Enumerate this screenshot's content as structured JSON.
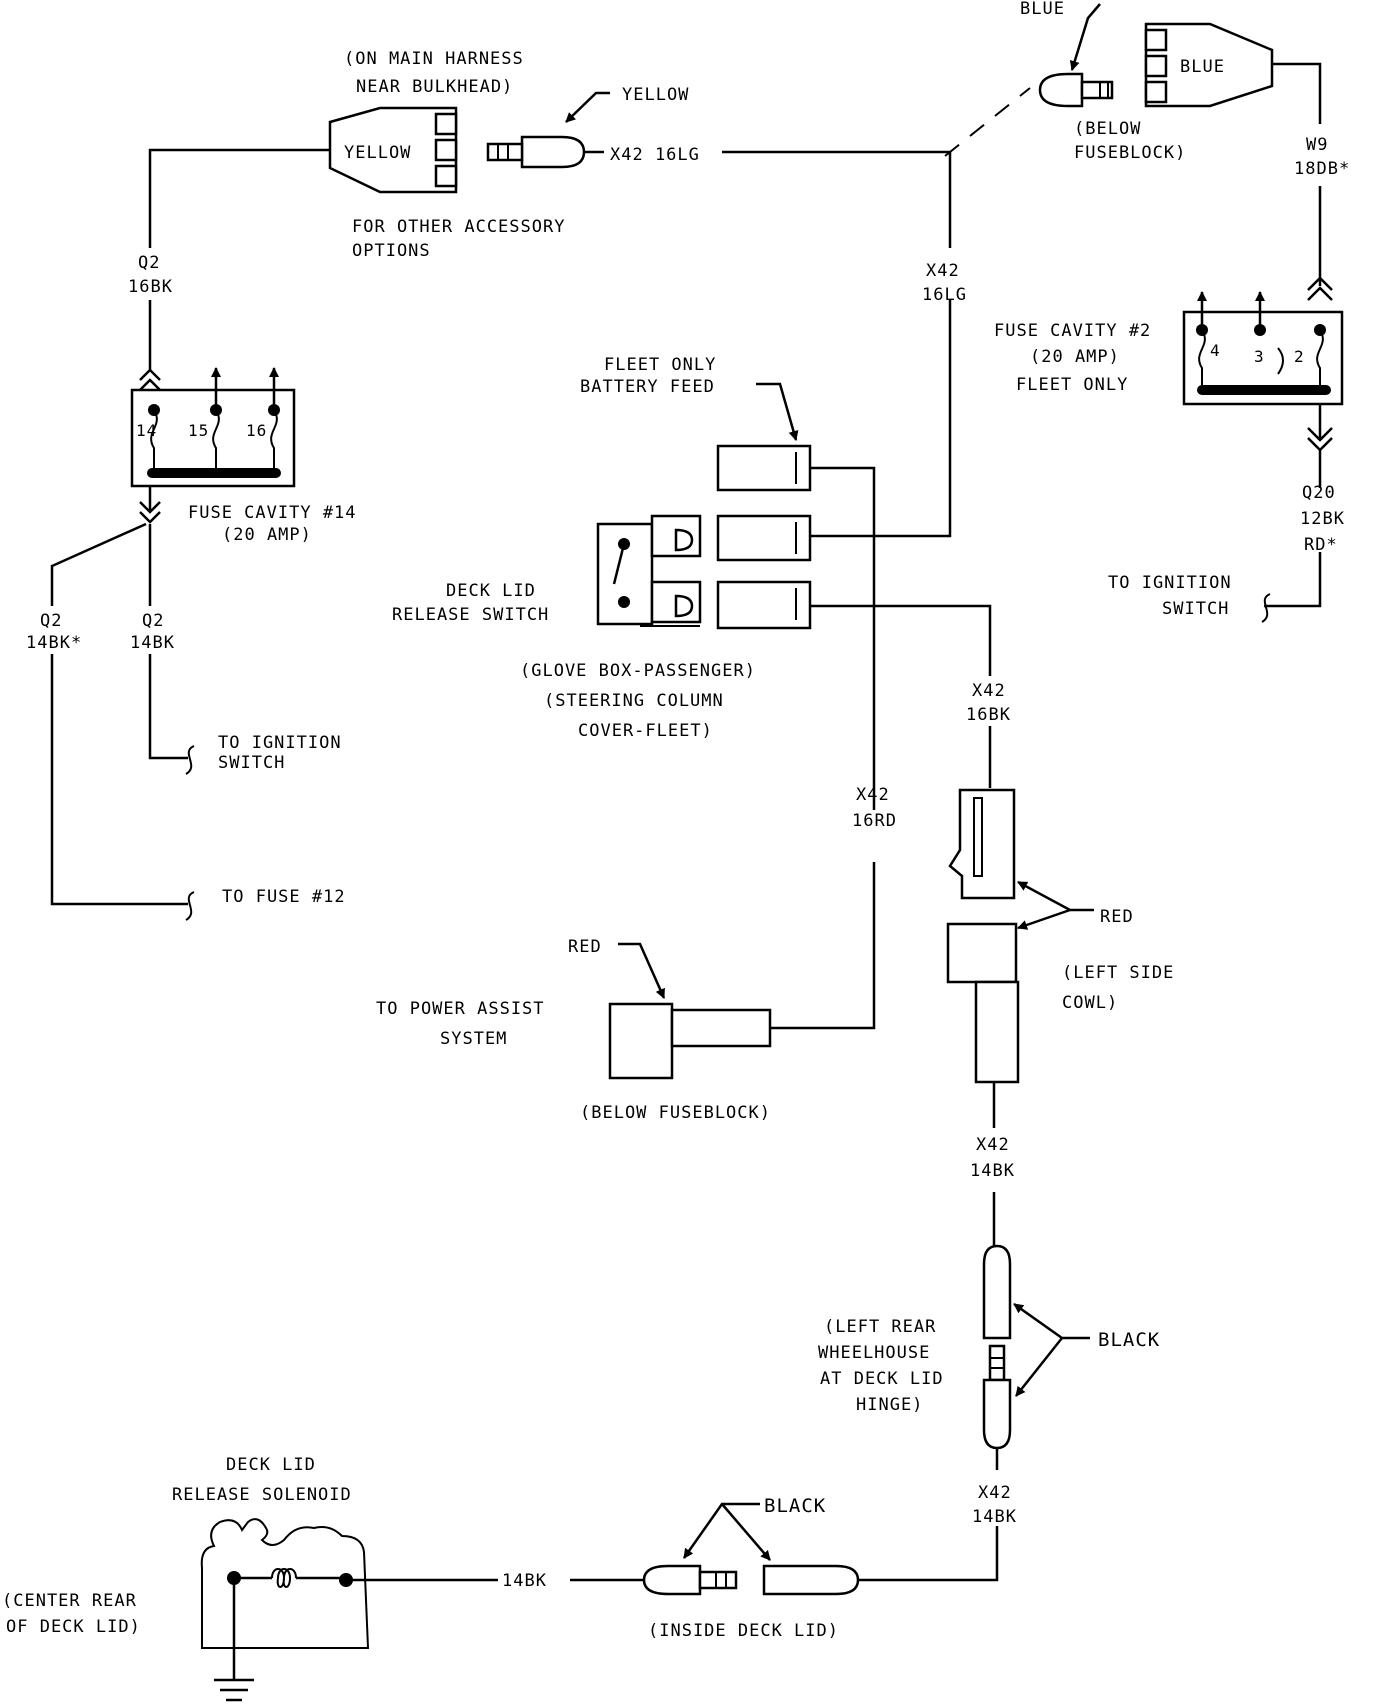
{
  "labels": {
    "blue_top": "BLUE",
    "blue_conn": "BLUE",
    "below_fuseblock_top_1": "(BELOW",
    "below_fuseblock_top_2": "FUSEBLOCK)",
    "w9_1": "W9",
    "w9_2": "18DB*",
    "main_harness_1": "(ON MAIN HARNESS",
    "main_harness_2": "NEAR BULKHEAD)",
    "yellow_arrow": "YELLOW",
    "yellow_conn": "YELLOW",
    "x42_16lg_h": "X42 16LG",
    "accessory_1": "FOR OTHER ACCESSORY",
    "accessory_2": "OPTIONS",
    "q2_16bk_1": "Q2",
    "q2_16bk_2": "16BK",
    "x42_16lg_v1": "X42",
    "x42_16lg_v2": "16LG",
    "fuse2_1": "FUSE CAVITY #2",
    "fuse2_2": "(20 AMP)",
    "fuse2_3": "FLEET ONLY",
    "fuse2_t4": "4",
    "fuse2_t3": "3",
    "fuse2_t2": "2",
    "fleet_feed_1": "FLEET ONLY",
    "fleet_feed_2": "BATTERY FEED",
    "fuse14_t14": "14",
    "fuse14_t15": "15",
    "fuse14_t16": "16",
    "fuse14_1": "FUSE CAVITY #14",
    "fuse14_2": "(20 AMP)",
    "q20_1": "Q20",
    "q20_2": "12BK",
    "q20_3": "RD*",
    "ign_right_1": "TO IGNITION",
    "ign_right_2": "SWITCH",
    "decklid_sw_1": "DECK LID",
    "decklid_sw_2": "RELEASE SWITCH",
    "q2_14bkstar_1": "Q2",
    "q2_14bkstar_2": "14BK*",
    "q2_14bk_1": "Q2",
    "q2_14bk_2": "14BK",
    "glovebox_1": "(GLOVE BOX-PASSENGER)",
    "glovebox_2": "(STEERING COLUMN",
    "glovebox_3": "COVER-FLEET)",
    "x42_16bk_1": "X42",
    "x42_16bk_2": "16BK",
    "ign_left_1": "TO IGNITION",
    "ign_left_2": "SWITCH",
    "x42_16rd_1": "X42",
    "x42_16rd_2": "16RD",
    "fuse12": "TO FUSE #12",
    "red_right": "RED",
    "red_left": "RED",
    "cowl_1": "(LEFT SIDE",
    "cowl_2": "COWL)",
    "power_assist_1": "TO POWER ASSIST",
    "power_assist_2": "SYSTEM",
    "below_fuseblock_bottom": "(BELOW FUSEBLOCK)",
    "x42_14bk_a1": "X42",
    "x42_14bk_a2": "14BK",
    "wheelhouse_1": "(LEFT REAR",
    "wheelhouse_2": "WHEELHOUSE",
    "wheelhouse_3": "AT DECK LID",
    "wheelhouse_4": "HINGE)",
    "black_right": "BLACK",
    "solenoid_1": "DECK LID",
    "solenoid_2": "RELEASE SOLENOID",
    "black_bottom": "BLACK",
    "x42_14bk_b1": "X42",
    "x42_14bk_b2": "14BK",
    "center_rear_1": "(CENTER REAR",
    "center_rear_2": "OF DECK LID)",
    "wire_14bk": "14BK",
    "inside_decklid": "(INSIDE DECK LID)"
  }
}
